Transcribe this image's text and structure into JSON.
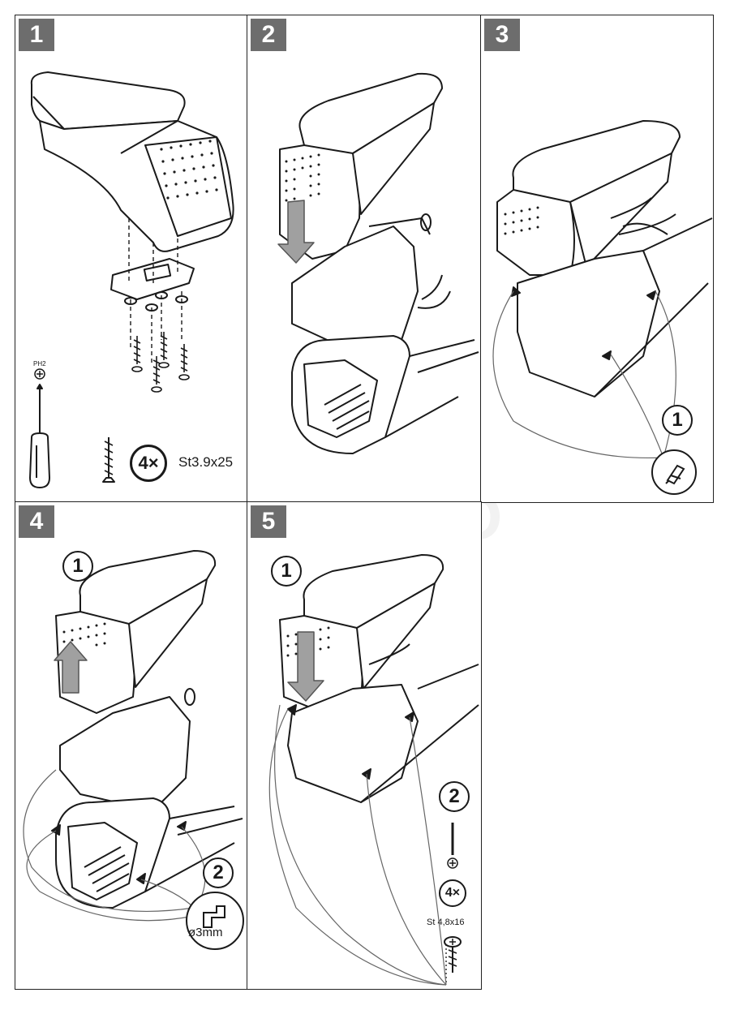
{
  "watermark": "AG AUTO",
  "steps": [
    {
      "number": "1",
      "qty": "4×",
      "screw_spec": "St3.9x25",
      "driver_label": "PH2"
    },
    {
      "number": "2"
    },
    {
      "number": "3",
      "callout_1": "1"
    },
    {
      "number": "4",
      "callout_1": "1",
      "callout_2": "2",
      "drill_label": "ø3mm"
    },
    {
      "number": "5",
      "callout_1": "1",
      "callout_2": "2",
      "qty": "4×",
      "screw_spec": "St 4,8x16"
    }
  ],
  "colors": {
    "badge": "#6d6d6d",
    "line": "#1a1a1a",
    "arrow_fill": "#a0a0a0"
  }
}
